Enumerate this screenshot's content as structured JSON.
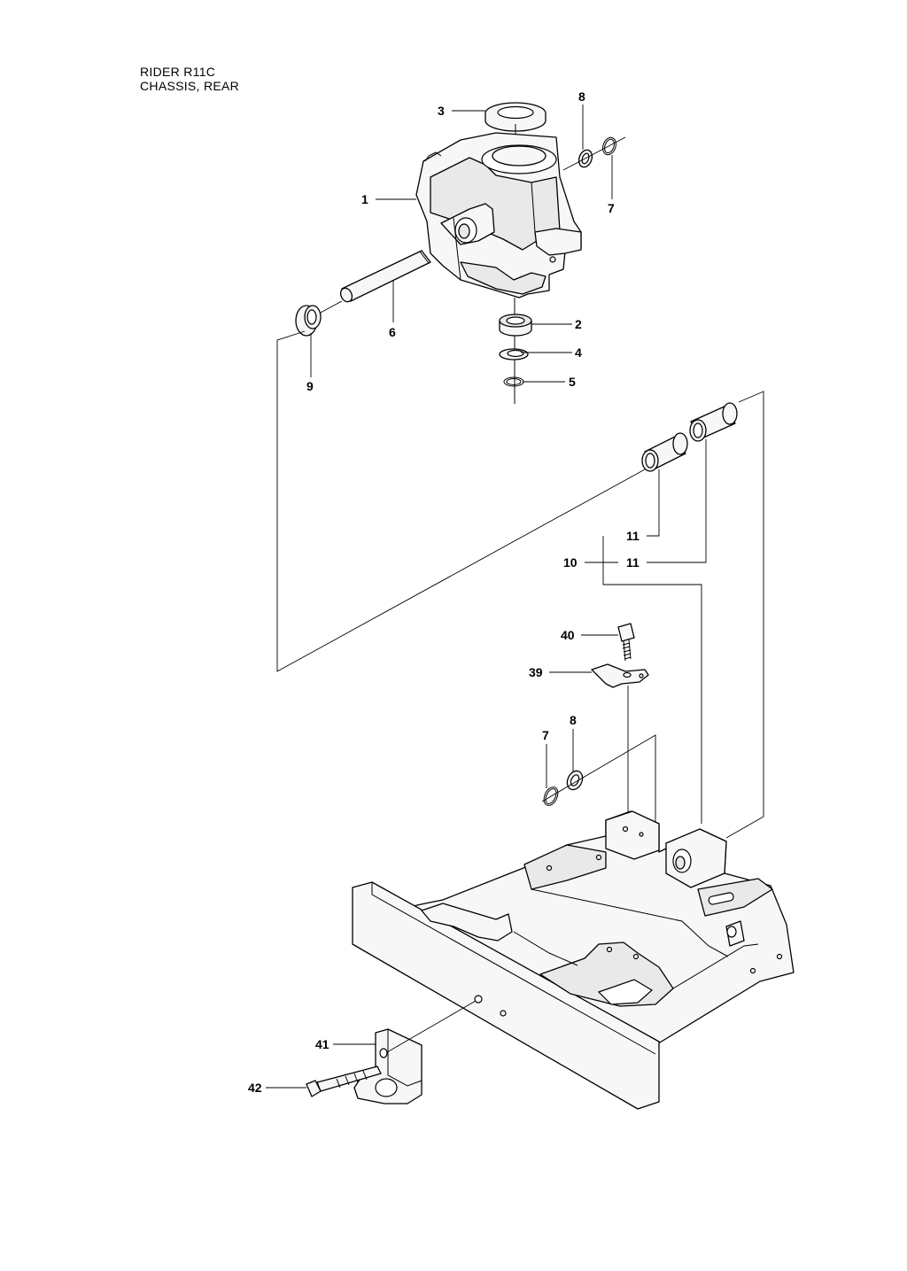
{
  "title": {
    "line1": "RIDER R11C",
    "line2": "CHASSIS, REAR"
  },
  "callouts": {
    "c1": "1",
    "c2": "2",
    "c3": "3",
    "c4": "4",
    "c5": "5",
    "c6": "6",
    "c7a": "7",
    "c8a": "8",
    "c9": "9",
    "c10": "10",
    "c11a": "11",
    "c11b": "11",
    "c39": "39",
    "c40": "40",
    "c7b": "7",
    "c8b": "8",
    "c41": "41",
    "c42": "42"
  }
}
